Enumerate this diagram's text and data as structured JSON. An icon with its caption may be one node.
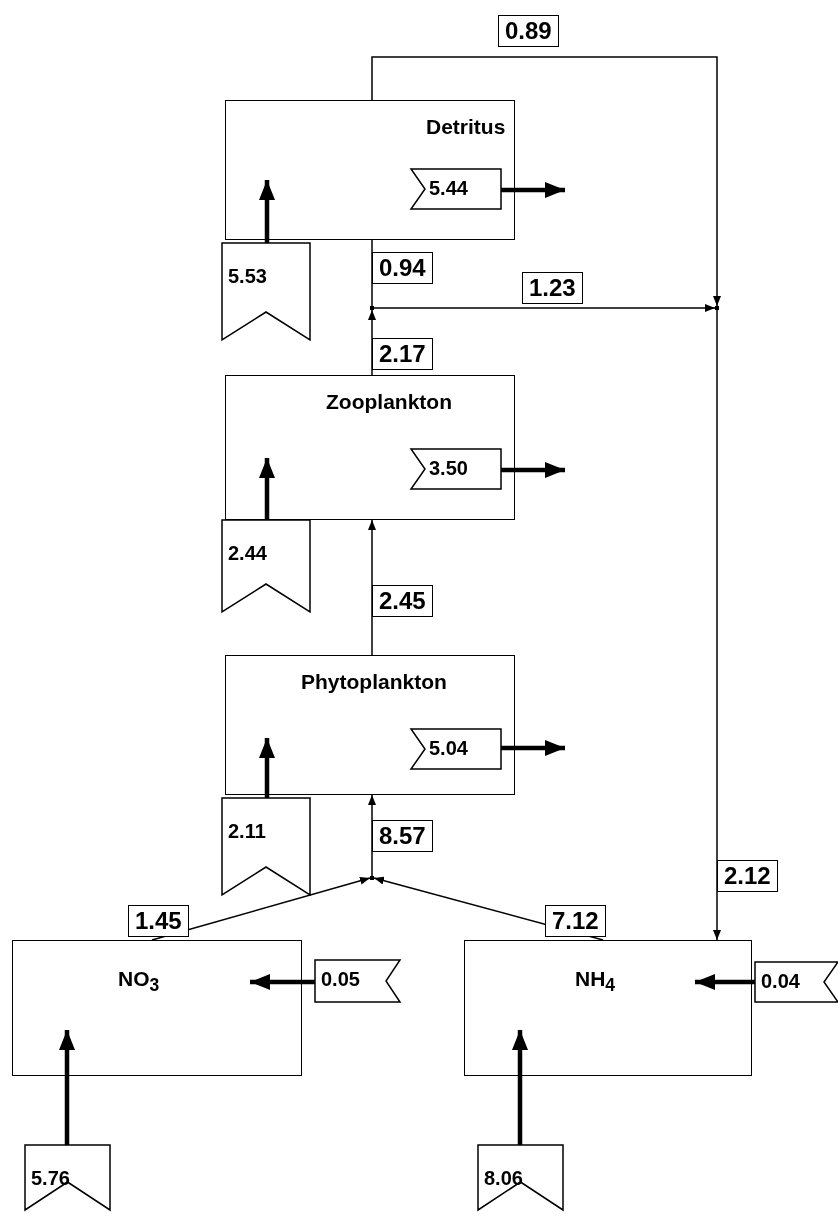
{
  "diagram": {
    "nodes": [
      {
        "text": [
          "Detritus"
        ]
      },
      {
        "text": [
          "5.44"
        ],
        "in": 0
      },
      {
        "text": [
          "5.53"
        ]
      },
      {
        "text": [],
        "shape": "point"
      },
      {
        "text": [],
        "shape": "point"
      },
      {
        "text": [
          "Zooplankton"
        ]
      },
      {
        "text": [
          "3.50"
        ],
        "in": 5
      },
      {
        "text": [
          "2.44"
        ]
      },
      {
        "text": [
          "Phytoplankton"
        ]
      },
      {
        "text": [
          "5.04"
        ],
        "in": 8
      },
      {
        "text": [
          "2.11"
        ]
      },
      {
        "text": [],
        "shape": "point"
      },
      {
        "text": [
          "NO$_{3}$"
        ]
      },
      {
        "text": [
          "0.05"
        ]
      },
      {
        "text": [
          "NH$_{4}$"
        ]
      },
      {
        "text": [
          "0.04"
        ]
      },
      {
        "text": [
          "5.76"
        ]
      },
      {
        "text": [
          "8.06"
        ]
      }
    ],
    "edges": [
      {
        "from": 0,
        "to": 4,
        "arrow": "to",
        "label": "0.89"
      },
      {
        "from": 1,
        "to": null,
        "arrow": "to"
      },
      {
        "from": 2,
        "to": 0,
        "arrow": "to"
      },
      {
        "from": 5,
        "to": 3,
        "arrow": "to",
        "label": "2.17"
      },
      {
        "from": 3,
        "to": 0,
        "arrow": "none",
        "label": "0.94"
      },
      {
        "from": 3,
        "to": 4,
        "arrow": "to",
        "label": "1.23"
      },
      {
        "from": 4,
        "to": 14,
        "arrow": "to",
        "label": "2.12"
      },
      {
        "from": 6,
        "to": null,
        "arrow": "to"
      },
      {
        "from": 7,
        "to": 5,
        "arrow": "to"
      },
      {
        "from": 8,
        "to": 5,
        "arrow": "to",
        "label": "2.45"
      },
      {
        "from": 9,
        "to": null,
        "arrow": "to"
      },
      {
        "from": 10,
        "to": 8,
        "arrow": "to"
      },
      {
        "from": 11,
        "to": 8,
        "arrow": "to",
        "label": "8.57"
      },
      {
        "from": 12,
        "to": 11,
        "arrow": "to",
        "label": "1.45"
      },
      {
        "from": 14,
        "to": 11,
        "arrow": "to",
        "label": "7.12"
      },
      {
        "from": 13,
        "to": 12,
        "arrow": "to"
      },
      {
        "from": 15,
        "to": 14,
        "arrow": "to"
      },
      {
        "from": 16,
        "to": 12,
        "arrow": "to"
      },
      {
        "from": 17,
        "to": 14,
        "arrow": "to"
      }
    ]
  }
}
